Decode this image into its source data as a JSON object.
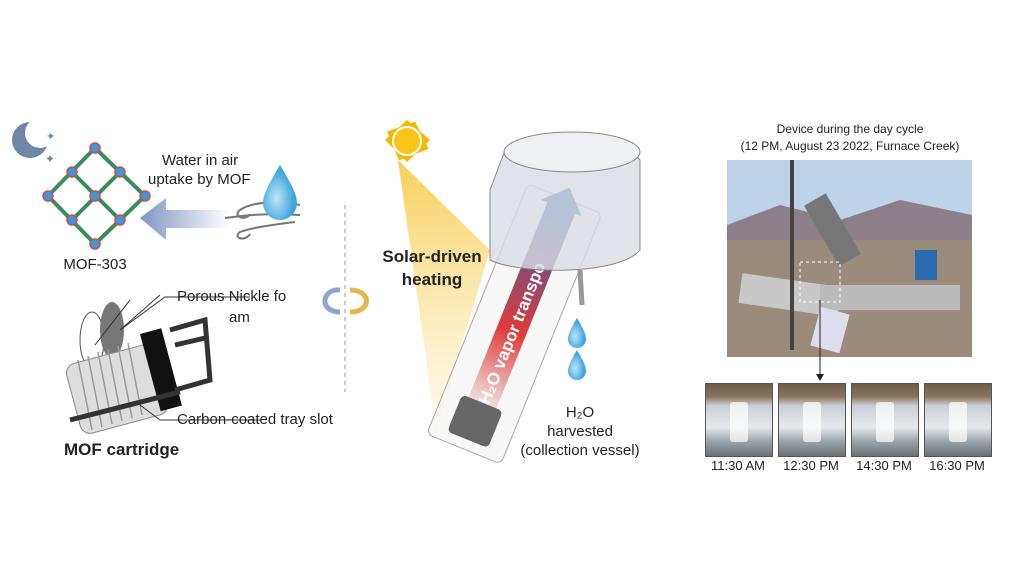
{
  "left_panel": {
    "uptake_line1": "Water in air",
    "uptake_line2": "uptake by MOF",
    "mof_label": "MOF-303",
    "nickel_line1": "Porous Nickle fo",
    "nickel_line2": "am",
    "tray_label": "Carbon-coated tray slot",
    "cartridge_title": "MOF cartridge"
  },
  "middle_panel": {
    "heating_line1": "Solar-driven",
    "heating_line2": "heating",
    "vapor_label": "H₂O vapor transpo",
    "harvest_line1": "H₂O",
    "harvest_line2": "harvested",
    "harvest_line3": "(collection vessel)"
  },
  "right_panel": {
    "title_line1": "Device during the day cycle",
    "title_line2": "(12 PM, August 23 2022, Furnace Creek)",
    "times": [
      "11:30 AM",
      "12:30 PM",
      "14:30 PM",
      "16:30 PM"
    ]
  },
  "colors": {
    "sun": "#f5b800",
    "water": "#5bb8e6",
    "arrow": "#8fa5cc",
    "vapor_hot": "#e03a3a",
    "vapor_cool": "#2a5ea8"
  }
}
